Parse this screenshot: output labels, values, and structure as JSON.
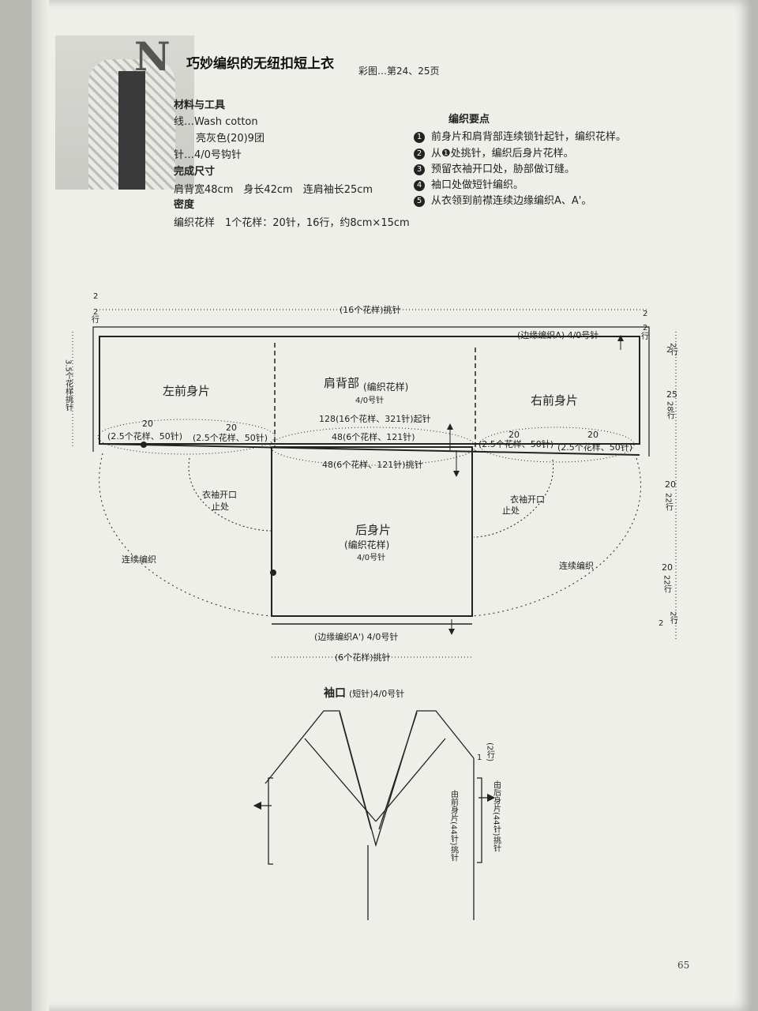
{
  "header": {
    "letter": "N",
    "title": "巧妙编织的无纽扣短上衣",
    "subtitle": "彩图…第24、25页"
  },
  "materials": {
    "heading": "材料与工具",
    "yarn_line1": "线…Wash cotton",
    "yarn_line2": "亮灰色(20)9团",
    "needle": "针…4/0号钩针",
    "size_heading": "完成尺寸",
    "size": "肩背宽48cm　身长42cm　连肩袖长25cm",
    "gauge_heading": "密度",
    "gauge": "编织花样　1个花样：20针，16行，约8cm×15cm"
  },
  "key_points": {
    "heading": "编织要点",
    "steps": [
      {
        "n": "1",
        "text": "前身片和肩背部连续锁针起针，编织花样。"
      },
      {
        "n": "2",
        "text": "从❶处挑针，编织后身片花样。"
      },
      {
        "n": "3",
        "text": "预留衣袖开口处，胁部做订缝。"
      },
      {
        "n": "4",
        "text": "袖口处做短针编织。"
      },
      {
        "n": "5",
        "text": "从衣领到前襟连续边缘编织A、A'。"
      }
    ]
  },
  "diagram": {
    "top_pickup": "(16个花样)挑针",
    "edge_a": "(边缘编织A) 4/0号针",
    "left_front": "左前身片",
    "shoulder": "肩背部",
    "shoulder_sub": "(编织花样)",
    "needle": "4/0号针",
    "right_front": "右前身片",
    "chain_start": "128(16个花样、321针)起针",
    "back_48a": "48(6个花样、121针)",
    "back_48b": "48(6个花样、121针)挑针",
    "num20": "20",
    "pattern_25": "(2.5个花样、50针)",
    "sleeve_open": "衣袖开口",
    "stop": "止处",
    "continuous": "连续编织",
    "back": "后身片",
    "back_sub": "(编织花样)",
    "edge_a2": "(边缘编织A') 4/0号针",
    "bottom_pickup": "(6个花样)挑针",
    "num2": "2",
    "rows": "行",
    "left_side": "3.5个花样挑针",
    "r2": "2行",
    "r25": "25",
    "r28": "28行",
    "r20a": "20",
    "r22a": "22行",
    "r20b": "20",
    "r22b": "22行"
  },
  "cuff": {
    "title": "袖口",
    "title_sub": "(短针)4/0号针",
    "one": "1",
    "two_rows": "(2行)",
    "from_front": "由前身片(44针)挑针",
    "from_back": "由后身片(44针)挑针"
  },
  "page_number": "65"
}
